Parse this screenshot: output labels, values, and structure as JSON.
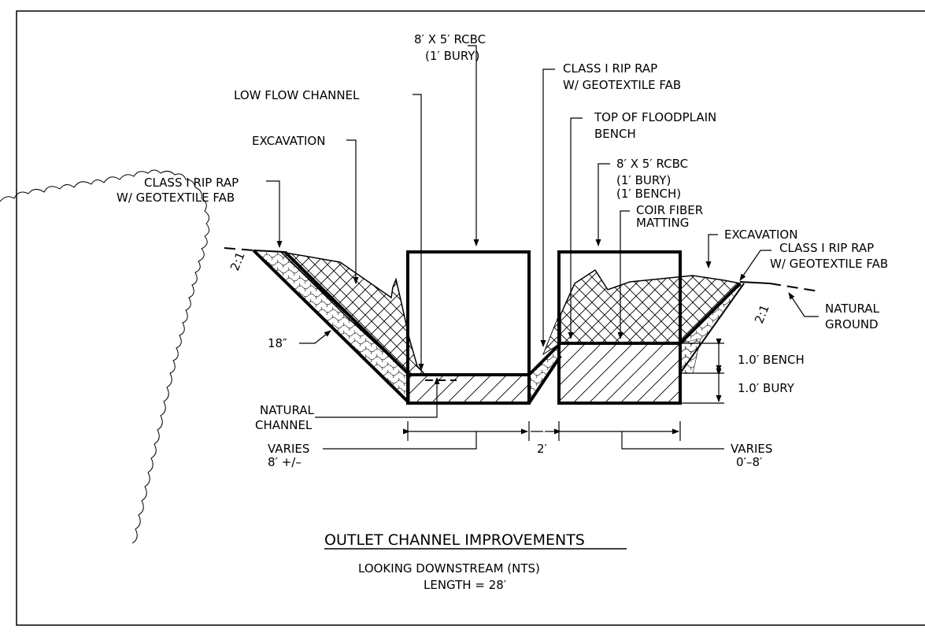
{
  "labels": {
    "rcbc_left_1": "8′ X 5′ RCBC",
    "rcbc_left_2": "(1′ BURY)",
    "low_flow": "LOW  FLOW  CHANNEL",
    "excavation_left": "EXCAVATION",
    "riprap_left_1": "CLASS  I RIP  RAP",
    "riprap_left_2": "W/ GEOTEXTILE FAB",
    "riprap_mid_1": "CLASS  I RIP  RAP",
    "riprap_mid_2": "W/ GEOTEXTILE FAB",
    "floodplain_1": "TOP  OF  FLOODPLAIN",
    "floodplain_2": "BENCH",
    "rcbc_right_1": "8′ X  5′ RCBC",
    "rcbc_right_2": "(1′ BURY)",
    "rcbc_right_3": "(1′ BENCH)",
    "coir_1": "COIR  FIBER",
    "coir_2": "MATTING",
    "excavation_right": "EXCAVATION",
    "riprap_right_1": "CLASS  I RIP  RAP",
    "riprap_right_2": "W/ GEOTEXTILE FAB",
    "natural_ground_1": "NATURAL",
    "natural_ground_2": "GROUND",
    "slope_left": "2:1",
    "slope_right": "2:1",
    "thickness": "18″",
    "natural_channel_1": "NATURAL",
    "natural_channel_2": "CHANNEL",
    "bench": "1.0′ BENCH",
    "bury": "1.0′ BURY",
    "varies_left_1": "VARIES",
    "varies_left_2": "8′ +/–",
    "gap": "2′",
    "varies_right_1": "VARIES",
    "varies_right_2": "0′–8′"
  },
  "title": {
    "main": "OUTLET  CHANNEL  IMPROVEMENTS",
    "sub1": "LOOKING  DOWNSTREAM  (NTS)",
    "sub2": "LENGTH = 28′"
  },
  "colors": {
    "ink": "#000000",
    "background": "#ffffff"
  }
}
